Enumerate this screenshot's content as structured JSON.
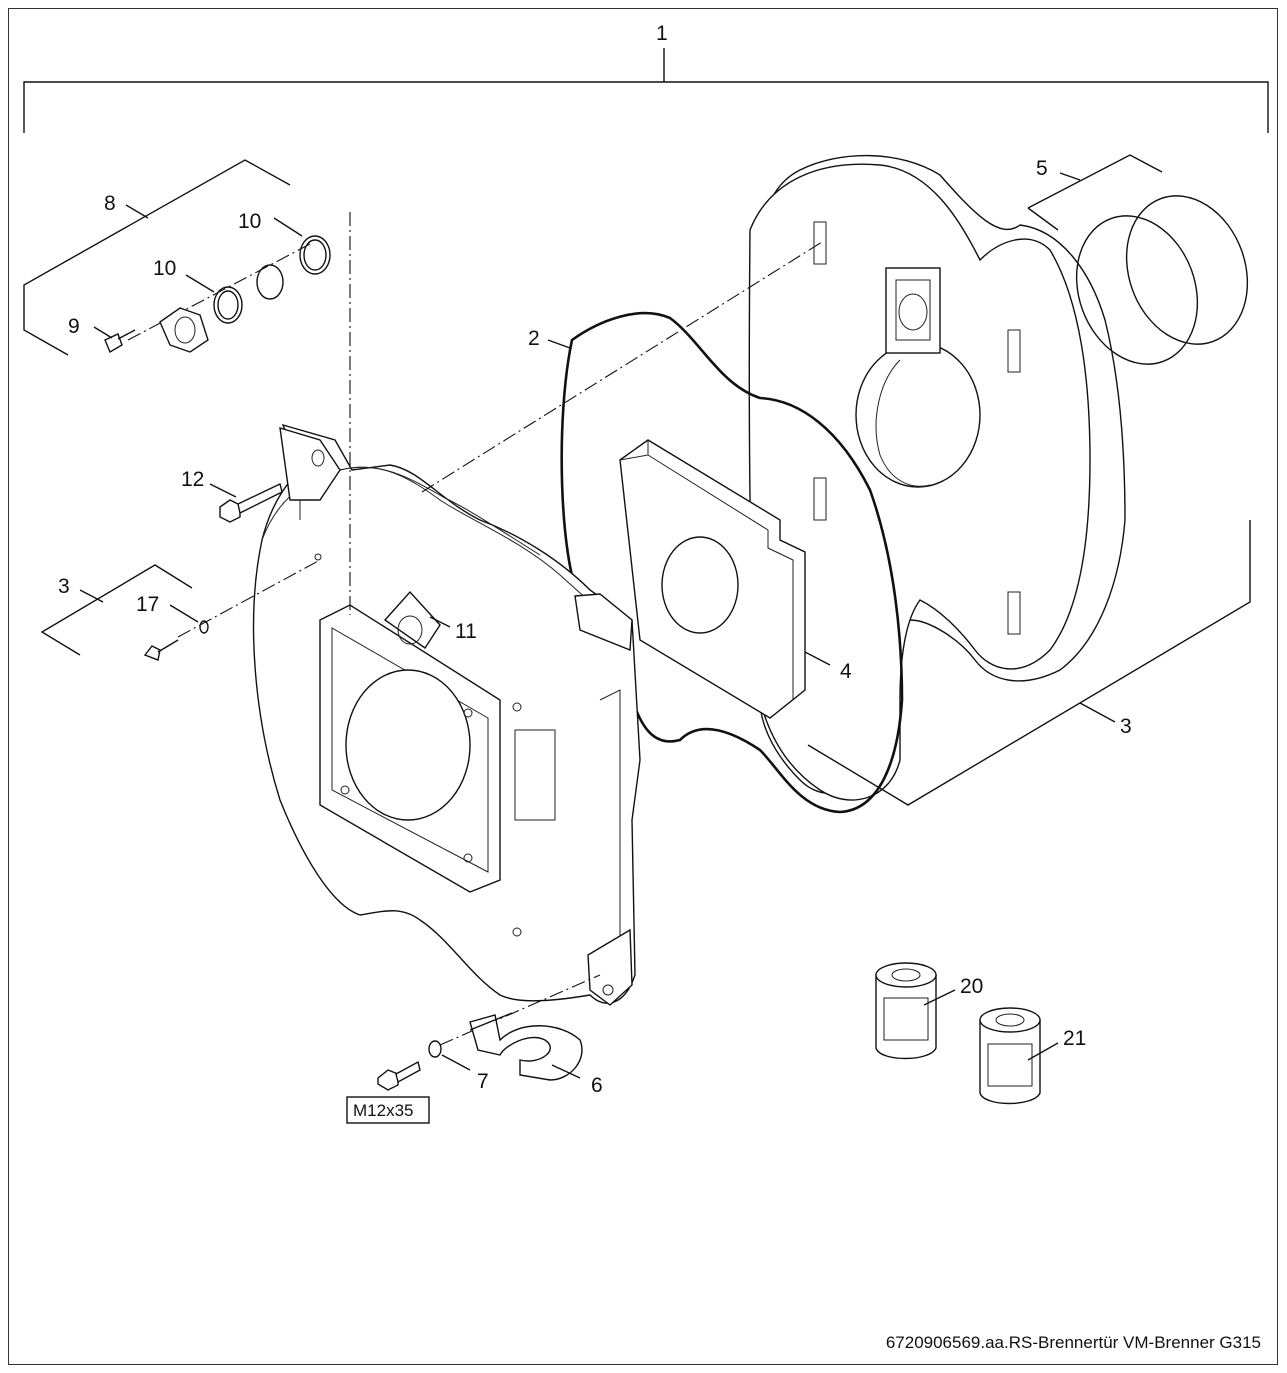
{
  "labels": {
    "l1": "1",
    "l2": "2",
    "l3a": "3",
    "l3b": "3",
    "l4": "4",
    "l5": "5",
    "l6": "6",
    "l7": "7",
    "l8": "8",
    "l9": "9",
    "l10a": "10",
    "l10b": "10",
    "l11": "11",
    "l12": "12",
    "l17": "17",
    "l20": "20",
    "l21": "21"
  },
  "bolt_spec": "M12x35",
  "reference": "6720906569.aa.RS-Brennertür VM-Brenner G315"
}
